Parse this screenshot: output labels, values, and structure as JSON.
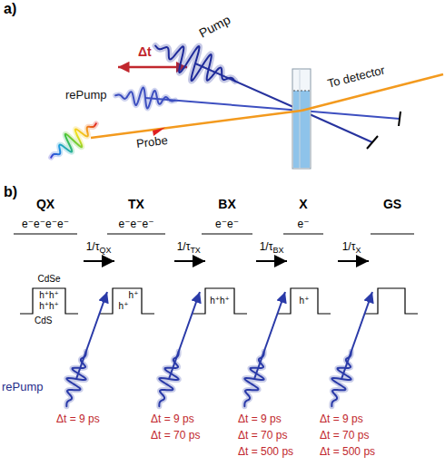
{
  "diagram": {
    "labels": [
      "a)",
      "Pump",
      "Δt",
      "rePump",
      "Probe",
      "To detector",
      "b)",
      "QX",
      "TX",
      "BX",
      "X",
      "GS",
      "e⁻e⁻e⁻e⁻",
      "e⁻e⁻e⁻",
      "e⁻e⁻",
      "e⁻",
      "1/τ",
      "QX",
      "1/τ",
      "TX",
      "1/τ",
      "BX",
      "1/τ",
      "X",
      "CdSe",
      "CdS",
      "h⁺h⁺",
      "h⁺h⁺",
      "h⁺",
      "h⁺",
      "h⁺h⁺",
      "h⁺",
      "rePump",
      "Δt = 9 ps",
      "Δt = 9 ps",
      "Δt = 70 ps",
      "Δt = 9 ps",
      "Δt = 70 ps",
      "Δt = 500 ps",
      "Δt = 9 ps",
      "Δt = 70 ps",
      "Δt = 500 ps"
    ]
  }
}
